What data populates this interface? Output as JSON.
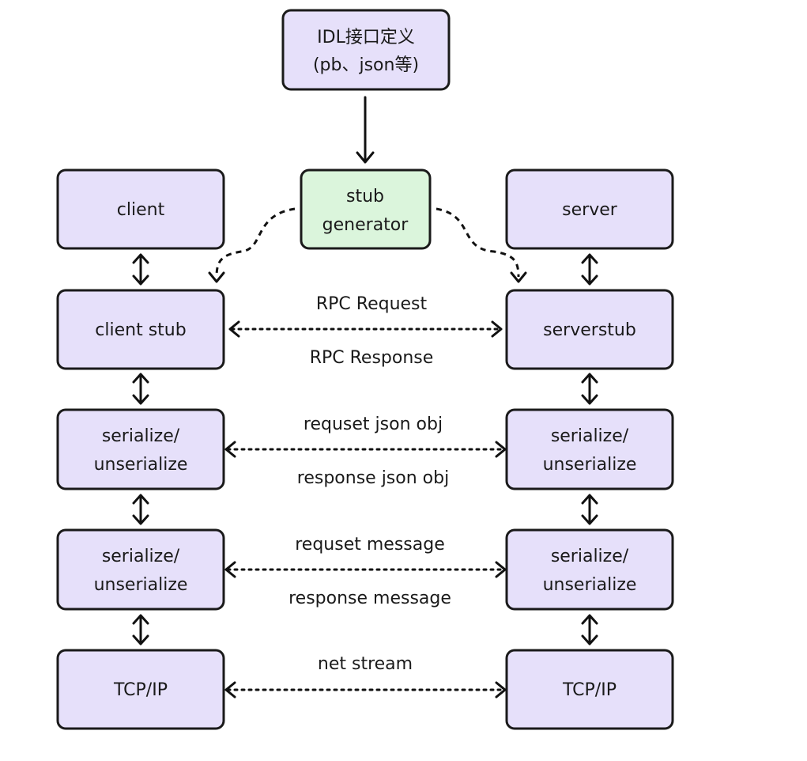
{
  "colors": {
    "box_fill": "#e6e0fa",
    "generator_fill": "#dbf5dc",
    "stroke": "#1a1a1a"
  },
  "nodes": {
    "idl": {
      "lines": [
        "IDL接口定义",
        "(pb、json等)"
      ]
    },
    "stub_generator": {
      "lines": [
        "stub",
        "generator"
      ]
    },
    "client": {
      "lines": [
        "client"
      ]
    },
    "server": {
      "lines": [
        "server"
      ]
    },
    "client_stub": {
      "lines": [
        "client stub"
      ]
    },
    "server_stub": {
      "lines": [
        "serverstub"
      ]
    },
    "client_serialize_1": {
      "lines": [
        "serialize/",
        "unserialize"
      ]
    },
    "server_serialize_1": {
      "lines": [
        "serialize/",
        "unserialize"
      ]
    },
    "client_serialize_2": {
      "lines": [
        "serialize/",
        "unserialize"
      ]
    },
    "server_serialize_2": {
      "lines": [
        "serialize/",
        "unserialize"
      ]
    },
    "client_tcp": {
      "lines": [
        "TCP/IP"
      ]
    },
    "server_tcp": {
      "lines": [
        "TCP/IP"
      ]
    }
  },
  "edges": {
    "stub_layer": {
      "top": "RPC Request",
      "bottom": "RPC Response"
    },
    "json_layer": {
      "top": "requset json obj",
      "bottom": "response json obj"
    },
    "message_layer": {
      "top": "requset message",
      "bottom": "response message"
    },
    "network_layer": {
      "top": "net stream"
    }
  }
}
